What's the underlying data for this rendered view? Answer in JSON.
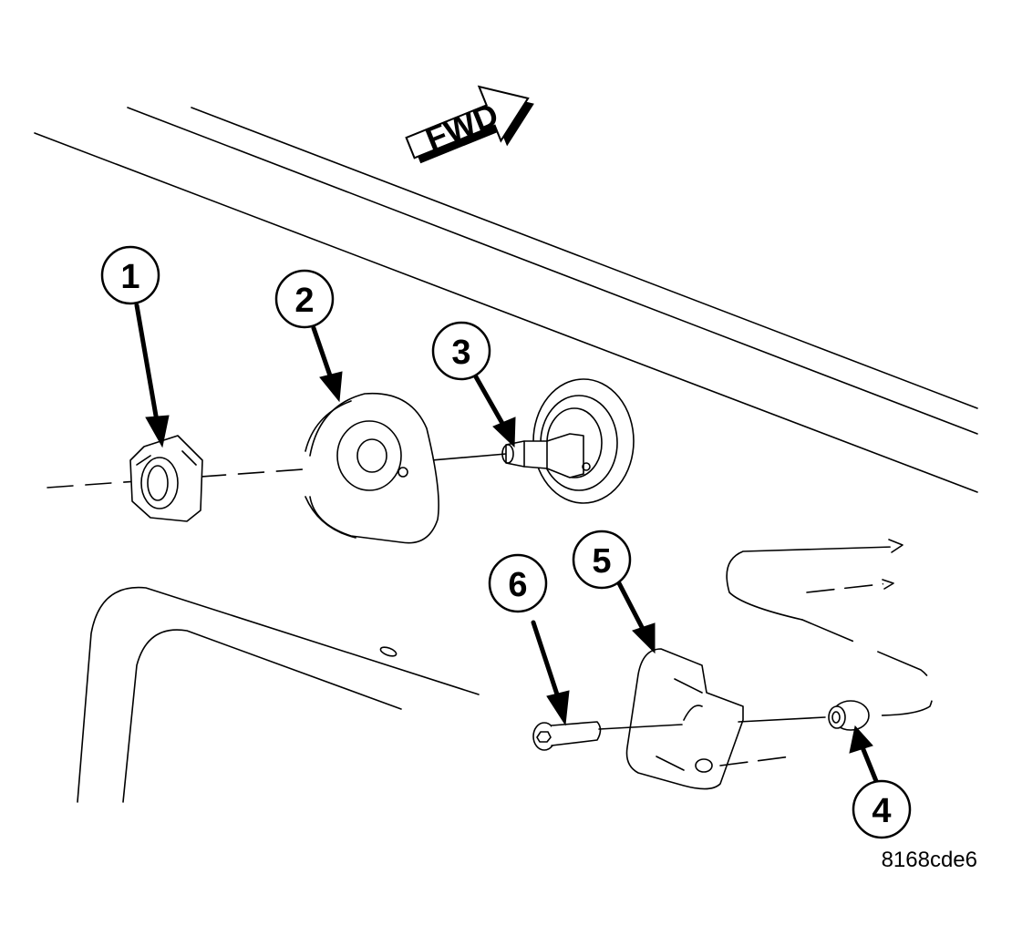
{
  "direction_label": "FWD",
  "callouts": [
    {
      "id": "callout-1",
      "number": "1"
    },
    {
      "id": "callout-2",
      "number": "2"
    },
    {
      "id": "callout-3",
      "number": "3"
    },
    {
      "id": "callout-4",
      "number": "4"
    },
    {
      "id": "callout-5",
      "number": "5"
    },
    {
      "id": "callout-6",
      "number": "6"
    }
  ],
  "figure_id": "8168cde6",
  "colors": {
    "line": "#000000",
    "background": "#ffffff",
    "arrow_fill": "#000000"
  }
}
